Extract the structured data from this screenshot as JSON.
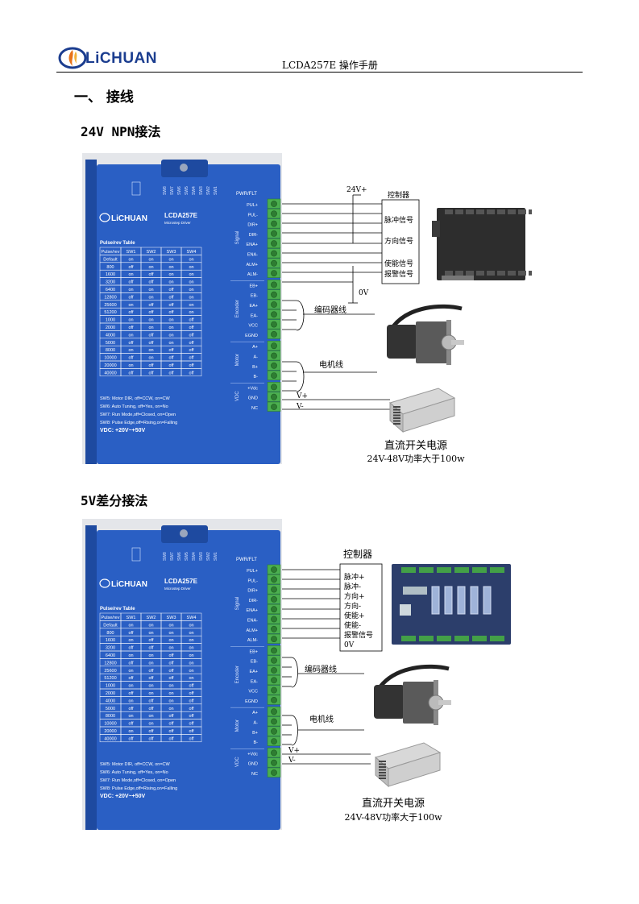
{
  "header": {
    "brand": "LiCHUAN",
    "doc_title": "LCDA257E 操作手册"
  },
  "section_heading": "一、 接线",
  "diagram1": {
    "title": "24V NPN接法",
    "volt": "24V+",
    "controller_label": "控制器",
    "controller_signals": [
      "脉冲信号",
      "方向信号",
      "使能信号",
      "报警信号"
    ],
    "ground": "0V",
    "encoder_line": "编码器线",
    "motor_line": "电机线",
    "psu_v_plus": "V+",
    "psu_v_minus": "V-",
    "psu_caption1": "直流开关电源",
    "psu_caption2": "24V-48V功率大于100w"
  },
  "diagram2": {
    "title": "5V差分接法",
    "controller_label": "控制器",
    "controller_signals": [
      "脉冲+",
      "脉冲-",
      "方向+",
      "方向-",
      "使能+",
      "使能-",
      "报警信号",
      "0V"
    ],
    "encoder_line": "编码器线",
    "motor_line": "电机线",
    "psu_v_plus": "V+",
    "psu_v_minus": "V-",
    "psu_caption1": "直流开关电源",
    "psu_caption2": "24V-48V功率大于100w"
  },
  "driver": {
    "brand": "LiCHUAN",
    "model": "LCDA257E",
    "subtitle": "Microstep Driver",
    "pwr_label": "PWR/FLT",
    "switch_labels": [
      "SW8",
      "SW7",
      "SW6",
      "SW5",
      "SW4",
      "SW3",
      "SW2",
      "SW1"
    ],
    "terminal_groups": [
      {
        "name": "Signal",
        "pins": [
          "PUL+",
          "PUL-",
          "DIR+",
          "DIR-",
          "ENA+",
          "ENA-",
          "ALM+",
          "ALM-"
        ]
      },
      {
        "name": "Encoder",
        "pins": [
          "EB+",
          "EB-",
          "EA+",
          "EA-",
          "VCC",
          "EGND"
        ]
      },
      {
        "name": "Motor",
        "pins": [
          "A+",
          "A-",
          "B+",
          "B-"
        ]
      },
      {
        "name": "VDC",
        "pins": [
          "+Vdc",
          "GND",
          "NC"
        ]
      }
    ],
    "table_title": "Pulse/rev Table",
    "table_headers": [
      "Pulse/rev",
      "SW1",
      "SW2",
      "SW3",
      "SW4"
    ],
    "table_rows": [
      [
        "Default",
        "on",
        "on",
        "on",
        "on"
      ],
      [
        "800",
        "off",
        "on",
        "on",
        "on"
      ],
      [
        "1600",
        "on",
        "off",
        "on",
        "on"
      ],
      [
        "3200",
        "off",
        "off",
        "on",
        "on"
      ],
      [
        "6400",
        "on",
        "on",
        "off",
        "on"
      ],
      [
        "12800",
        "off",
        "on",
        "off",
        "on"
      ],
      [
        "25600",
        "on",
        "off",
        "off",
        "on"
      ],
      [
        "51200",
        "off",
        "off",
        "off",
        "on"
      ],
      [
        "1000",
        "on",
        "on",
        "on",
        "off"
      ],
      [
        "2000",
        "off",
        "on",
        "on",
        "off"
      ],
      [
        "4000",
        "on",
        "off",
        "on",
        "off"
      ],
      [
        "5000",
        "off",
        "off",
        "on",
        "off"
      ],
      [
        "8000",
        "on",
        "on",
        "off",
        "off"
      ],
      [
        "10000",
        "off",
        "on",
        "off",
        "off"
      ],
      [
        "20000",
        "on",
        "off",
        "off",
        "off"
      ],
      [
        "40000",
        "off",
        "off",
        "off",
        "off"
      ]
    ],
    "notes": [
      "SW5: Motor DIR, off=CCW, on=CW",
      "SW6: Auto Tuning, off=Yes, on=No",
      "SW7: Run Mode,off=Closed, on=Open",
      "SW8: Pulse Edge,off=Rising,on=Falling"
    ],
    "vdc": "VDC: +20V~+50V"
  },
  "colors": {
    "driver_blue": "#2a5fc4",
    "driver_dark": "#1e4aa0",
    "terminal_green": "#4caf50",
    "logo_blue": "#1b3d8f",
    "logo_orange": "#e8731a"
  }
}
